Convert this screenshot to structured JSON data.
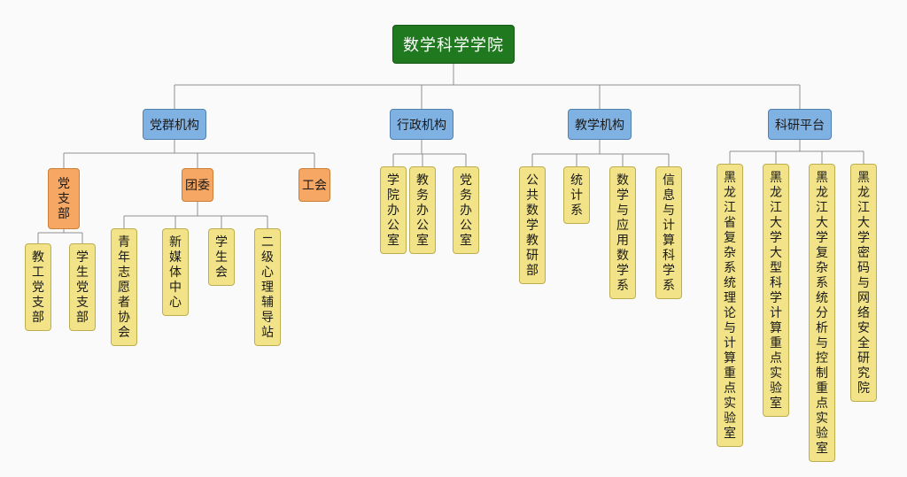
{
  "org": {
    "root": {
      "label": "数学科学学院"
    },
    "groups": [
      {
        "label": "党群机构",
        "children": [
          {
            "label": "党支部",
            "children": [
              {
                "label": "教工党支部"
              },
              {
                "label": "学生党支部"
              }
            ]
          },
          {
            "label": "团委",
            "children": [
              {
                "label": "青年志愿者协会"
              },
              {
                "label": "新媒体中心"
              },
              {
                "label": "学生会"
              },
              {
                "label": "二级心理辅导站"
              }
            ]
          },
          {
            "label": "工会",
            "children": []
          }
        ]
      },
      {
        "label": "行政机构",
        "children": [
          {
            "label": "学院办公室"
          },
          {
            "label": "教务办公室"
          },
          {
            "label": "党务办公室"
          }
        ]
      },
      {
        "label": "教学机构",
        "children": [
          {
            "label": "公共数学教研部"
          },
          {
            "label": "统计系"
          },
          {
            "label": "数学与应用数学系"
          },
          {
            "label": "信息与计算科学系"
          }
        ]
      },
      {
        "label": "科研平台",
        "children": [
          {
            "label": "黑龙江省复杂系统理论与计算重点实验室"
          },
          {
            "label": "黑龙江大学大型科学计算重点实验室"
          },
          {
            "label": "黑龙江大学复杂系统分析与控制重点实验室"
          },
          {
            "label": "黑龙江大学密码与网络安全研究院"
          }
        ]
      }
    ],
    "palette": {
      "root_bg": "#20781f",
      "branch_bg": "#7fb1e3",
      "mid_bg": "#f6a763",
      "leaf_bg": "#f2e388",
      "line": "#909090",
      "background": "#fafafa"
    }
  }
}
